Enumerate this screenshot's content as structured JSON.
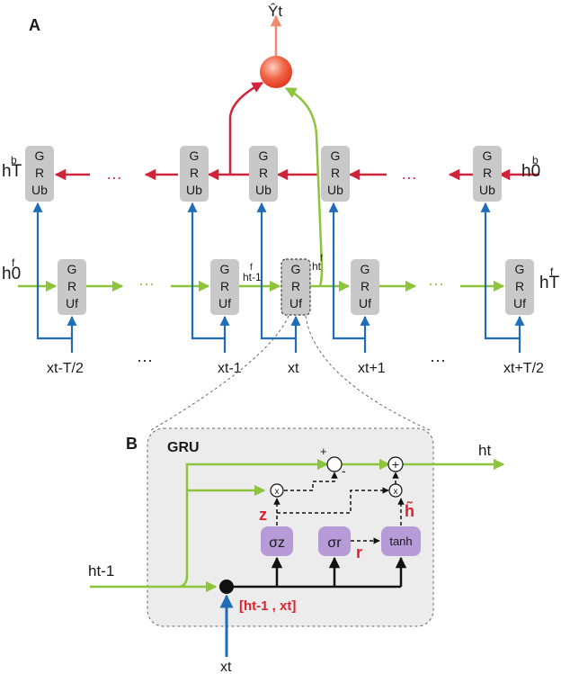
{
  "panel_a": {
    "label": "A",
    "output": "Ŷt",
    "h_T_b": "hT",
    "h_T_b_sup": "b",
    "h_0_b": "h0",
    "h_0_b_sup": "b",
    "h_0_f": "h0",
    "h_0_f_sup": "f",
    "h_T_f": "hT",
    "h_T_f_sup": "f",
    "h_tm1_f": "ht-1",
    "h_tm1_f_sup": "f",
    "h_t_f": "ht",
    "h_t_f_sup": "f",
    "gru_b": {
      "g": "G",
      "r": "R",
      "u": "Ub"
    },
    "gru_f": {
      "g": "G",
      "r": "R",
      "u": "Uf"
    },
    "dots": "···",
    "ellipsis": "…",
    "inputs": [
      "xt-T/2",
      "xt-1",
      "xt",
      "xt+1",
      "xt+T/2"
    ]
  },
  "panel_b": {
    "label": "B",
    "title": "GRU",
    "h_prev": "ht-1",
    "h_out": "ht",
    "x_in": "xt",
    "concat": "[ht-1 , xt]",
    "sigma_z": "σz",
    "sigma_r": "σr",
    "tanh": "tanh",
    "z": "z",
    "r": "r",
    "h_tilde": "h̃",
    "times": "x",
    "plus": "+",
    "minus": "-"
  },
  "colors": {
    "blue": "#1f6cb8",
    "red": "#d0243a",
    "green": "#8cc43c",
    "gru_box": "#c8c8c8",
    "gate": "#b79ad8",
    "panel_bg": "#ececec",
    "output_node": "#f06548"
  }
}
